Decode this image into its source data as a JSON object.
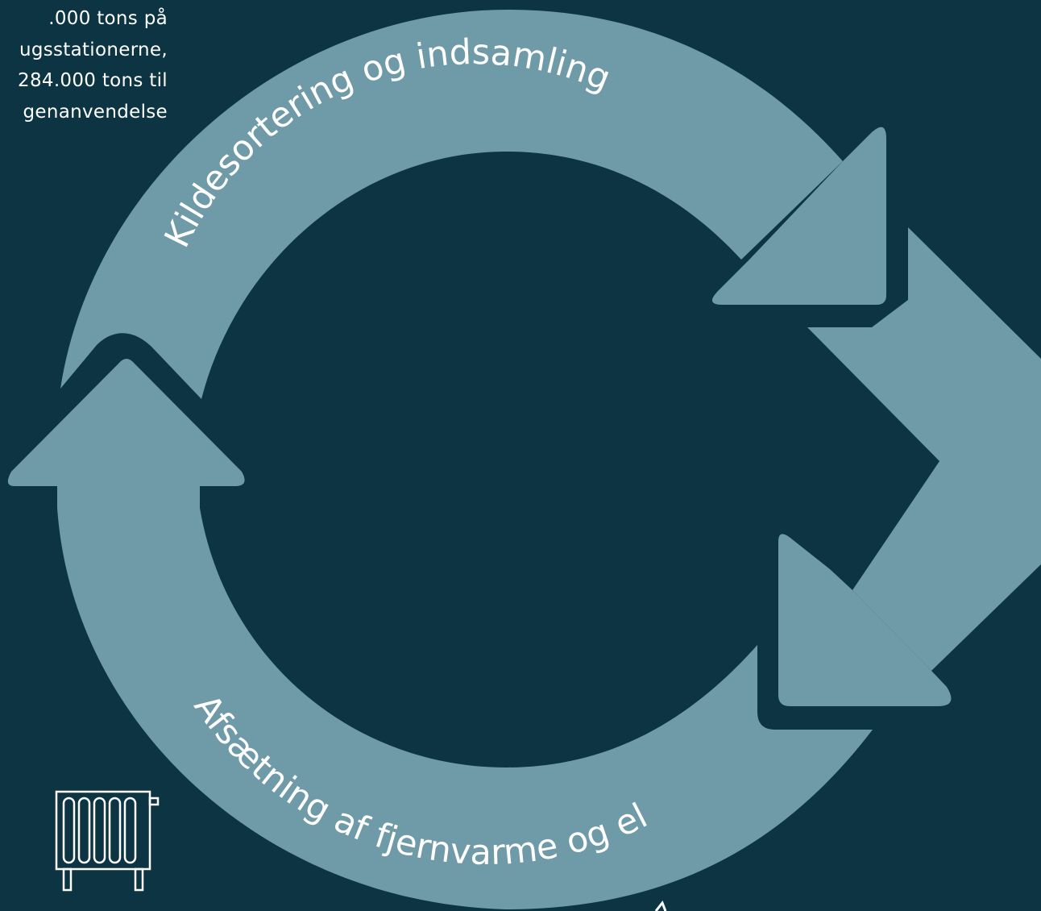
{
  "info_text": {
    "lines": [
      ".000 tons på",
      "ugsstationerne,",
      "284.000 tons til",
      "genanvendelse"
    ]
  },
  "cycle": {
    "top_label": "Kildesortering og indsamling",
    "bottom_label": "Afsætning af fjernvarme og el"
  },
  "icons": {
    "radiator": "radiator-icon"
  },
  "colors": {
    "background": "#0c3443",
    "arrow": "#6f9aa7",
    "text": "#ffffff"
  }
}
